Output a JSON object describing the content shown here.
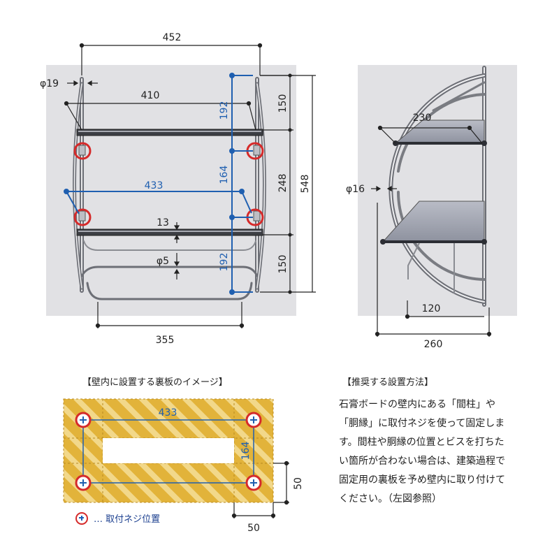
{
  "front": {
    "width_452": "452",
    "pipe_diameter": "φ19",
    "inner_410": "410",
    "bottom_355": "355",
    "screw_span_433": "433",
    "height_150_top": "150",
    "height_248": "248",
    "height_548": "548",
    "height_150_bottom": "150",
    "gap_192_top": "192",
    "gap_164": "164",
    "gap_192_bottom": "192",
    "rail_13": "13",
    "rod_diameter": "φ5"
  },
  "side": {
    "shelf_230": "230",
    "rod_diameter": "φ16",
    "depth_120": "120",
    "depth_260": "260"
  },
  "backing": {
    "heading": "【壁内に設置する裏板のイメージ】",
    "span_433": "433",
    "span_164": "164",
    "margin_50_v": "50",
    "margin_50_h": "50",
    "legend_text": "… 取付ネジ位置"
  },
  "method": {
    "heading": "【推奨する設置方法】",
    "lines": [
      "石膏ボードの壁内にある「間柱」や",
      "「胴縁」に取付ネジを使って固定しま",
      "す。間柱や胴縁の位置とビスを打ちた",
      "い箇所が合わない場合は、建築過程で",
      "固定用の裏板を予め壁内に取り付けて",
      "ください。（左図参照）"
    ]
  },
  "colors": {
    "accent_blue": "#1f5fb0",
    "screw_red": "#d52a2a",
    "board_yellow": "#e2b33a",
    "photo_bg": "#e1e1e4"
  }
}
